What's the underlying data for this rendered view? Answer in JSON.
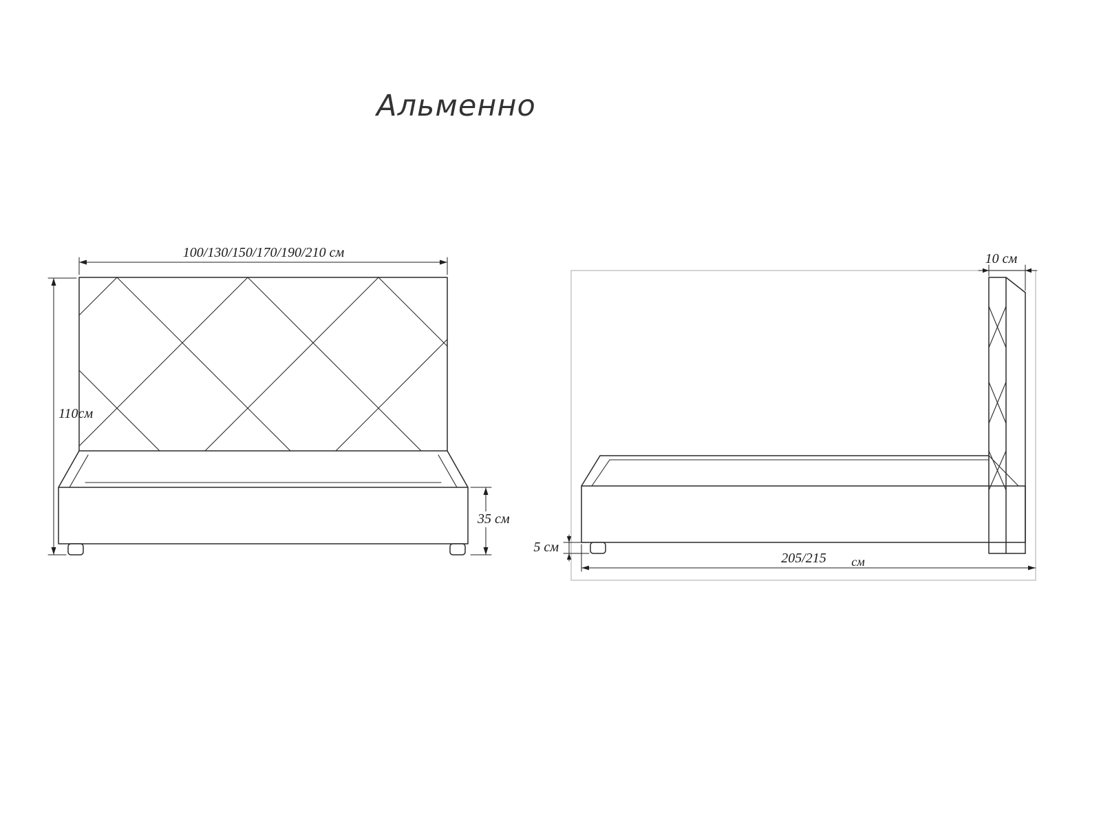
{
  "title": "Альменно",
  "front_view": {
    "width_label": "100/130/150/170/190/210 см",
    "height_label": "110см",
    "base_height_label": "35 см"
  },
  "side_view": {
    "thickness_label": "10 см",
    "leg_height_label": "5 см",
    "length_value": "205/215",
    "length_unit": "см"
  },
  "colors": {
    "ink": "#2a2a2a",
    "frame_gray": "#b8b8b8",
    "background": "#ffffff"
  }
}
